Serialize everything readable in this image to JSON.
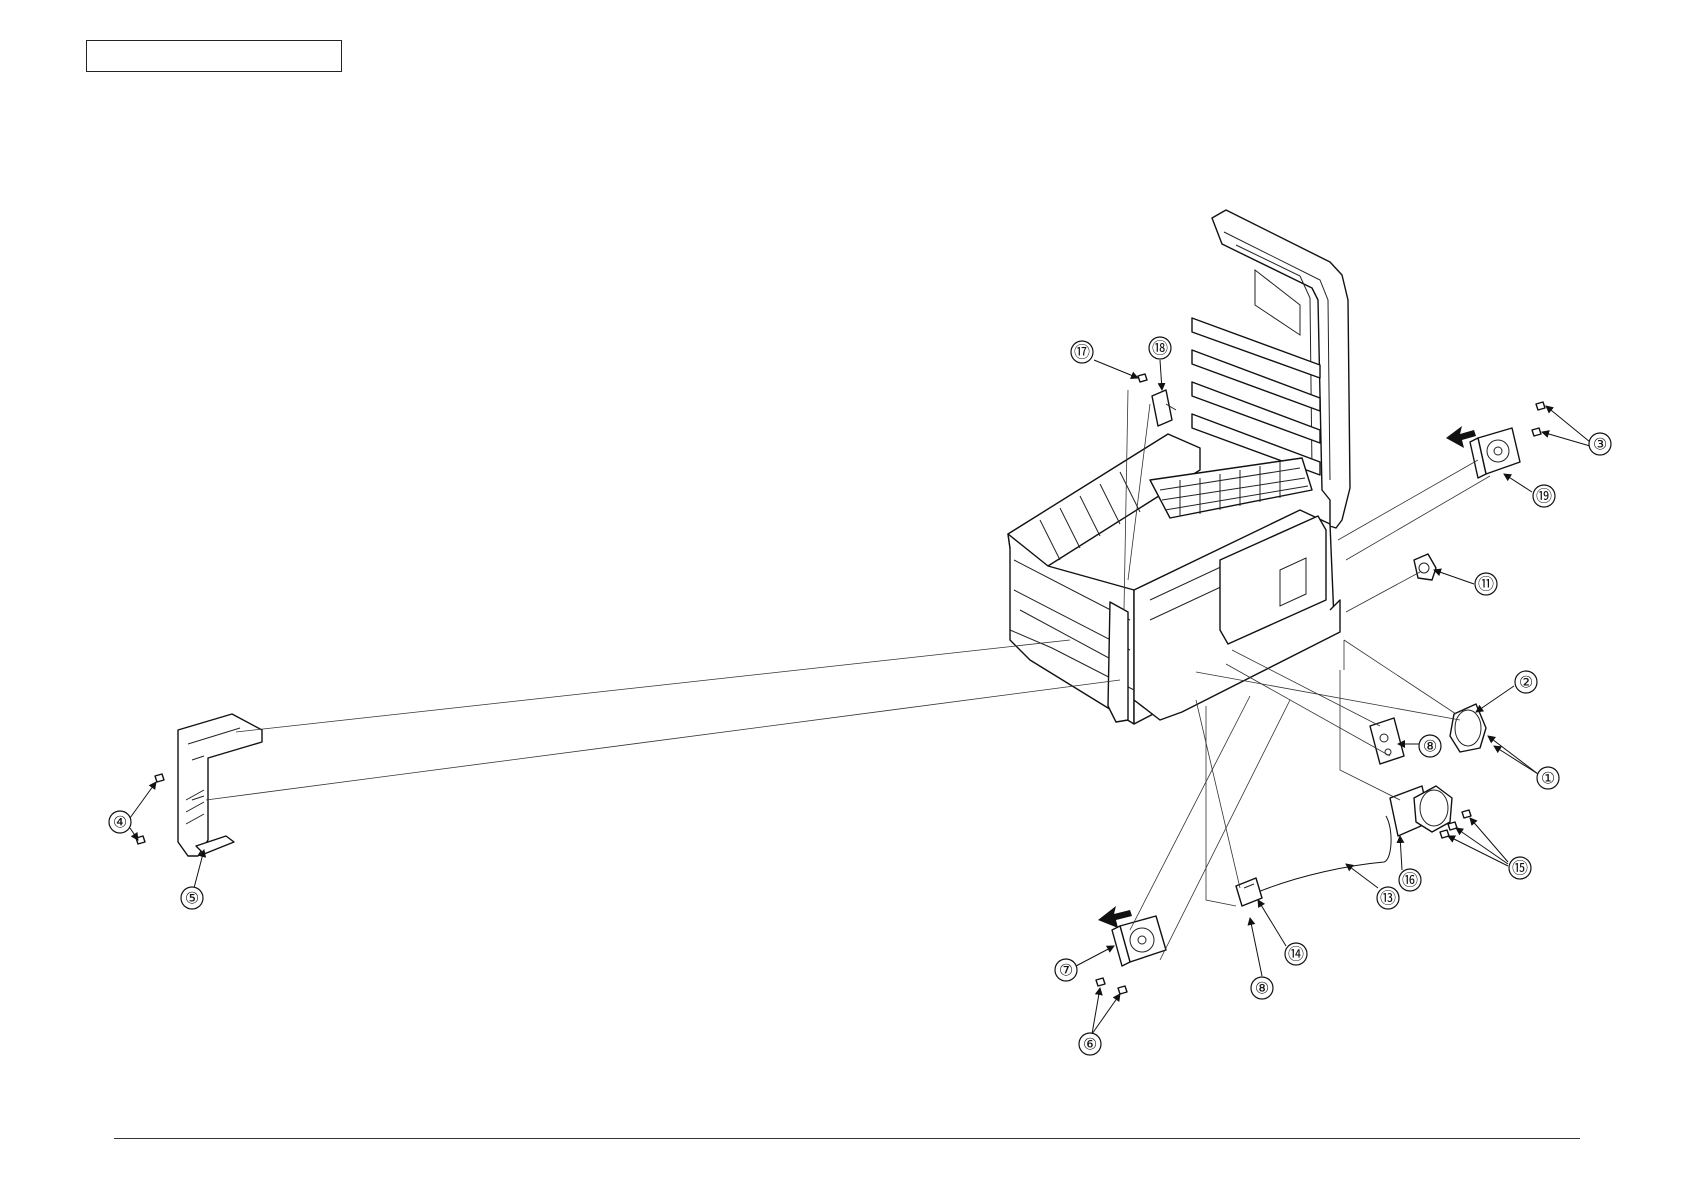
{
  "header": {
    "box_text": ""
  },
  "callouts": [
    {
      "id": "c1",
      "label": "①"
    },
    {
      "id": "c2",
      "label": "②"
    },
    {
      "id": "c3",
      "label": "③"
    },
    {
      "id": "c4",
      "label": "④"
    },
    {
      "id": "c5",
      "label": "⑤"
    },
    {
      "id": "c6",
      "label": "⑥"
    },
    {
      "id": "c7",
      "label": "⑦"
    },
    {
      "id": "c8a",
      "label": "⑧"
    },
    {
      "id": "c8b",
      "label": "⑧"
    },
    {
      "id": "c11",
      "label": "⑪"
    },
    {
      "id": "c13",
      "label": "⑬"
    },
    {
      "id": "c14",
      "label": "⑭"
    },
    {
      "id": "c15",
      "label": "⑮"
    },
    {
      "id": "c16",
      "label": "⑯"
    },
    {
      "id": "c17",
      "label": "⑰"
    },
    {
      "id": "c18",
      "label": "⑱"
    },
    {
      "id": "c19",
      "label": "⑲"
    }
  ]
}
